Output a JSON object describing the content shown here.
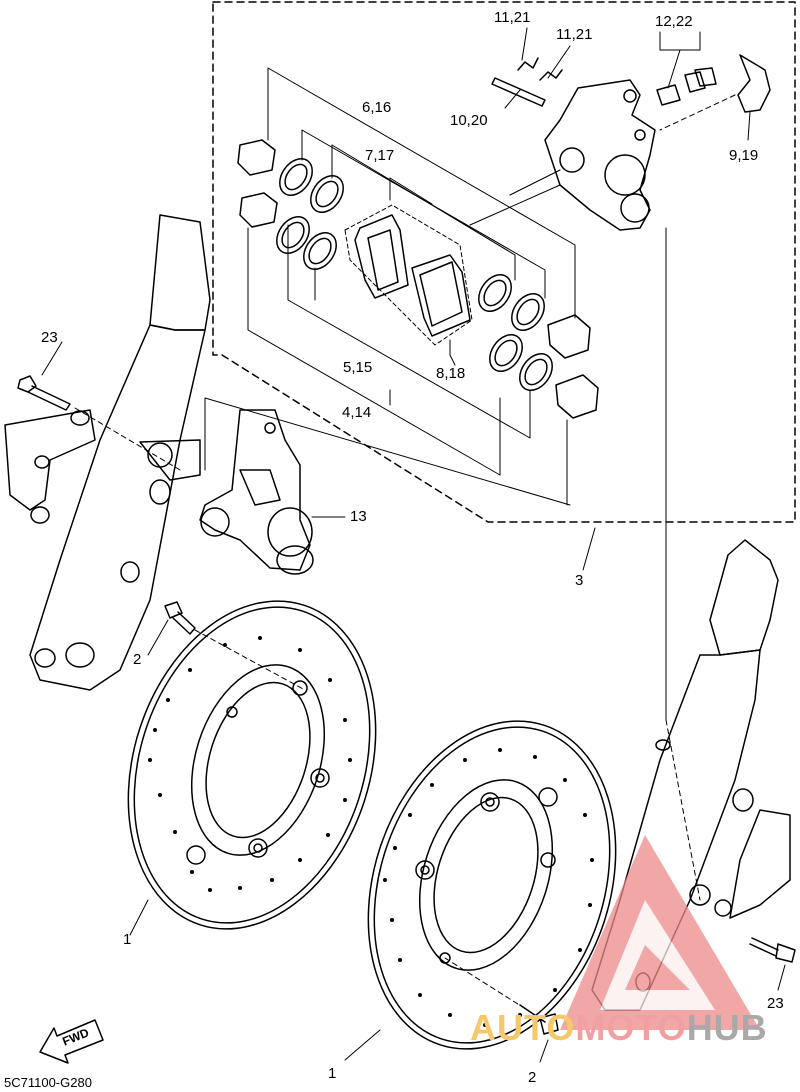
{
  "callouts": [
    {
      "id": "c-1a",
      "text": "1"
    },
    {
      "id": "c-1b",
      "text": "1"
    },
    {
      "id": "c-2a",
      "text": "2"
    },
    {
      "id": "c-2b",
      "text": "2"
    },
    {
      "id": "c-3",
      "text": "3"
    },
    {
      "id": "c-4-14",
      "text": "4,14"
    },
    {
      "id": "c-5-15",
      "text": "5,15"
    },
    {
      "id": "c-6-16",
      "text": "6,16"
    },
    {
      "id": "c-7-17",
      "text": "7,17"
    },
    {
      "id": "c-8-18",
      "text": "8,18"
    },
    {
      "id": "c-9-19",
      "text": "9,19"
    },
    {
      "id": "c-10-20",
      "text": "10,20"
    },
    {
      "id": "c-11-21a",
      "text": "11,21"
    },
    {
      "id": "c-11-21b",
      "text": "11,21"
    },
    {
      "id": "c-12-22",
      "text": "12,22"
    },
    {
      "id": "c-13",
      "text": "13"
    },
    {
      "id": "c-23a",
      "text": "23"
    },
    {
      "id": "c-23b",
      "text": "23"
    }
  ],
  "fwd_label": "FWD",
  "diagram_code": "5C71100-G280",
  "watermark": {
    "part1": "AUTO",
    "part2": "MOTO",
    "part3": "HUB",
    "colors": {
      "auto": "#f4c86b",
      "moto": "#f0a0a0",
      "hub": "#a9a9a9",
      "logo": "#ee8a8a"
    }
  }
}
